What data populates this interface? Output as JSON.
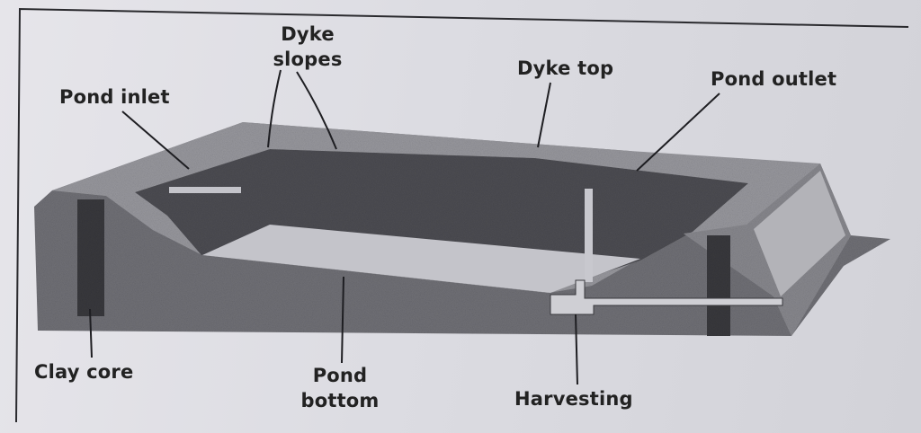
{
  "labels": {
    "dyke_slopes": "Dyke\nslopes",
    "dyke_top": "Dyke top",
    "pond_inlet": "Pond inlet",
    "pond_outlet": "Pond outlet",
    "clay_core": "Clay core",
    "pond_bottom": "Pond\nbottom",
    "harvesting": "Harvesting"
  },
  "colors": {
    "dyke_top": "#9a9aa0",
    "dyke_side": "#727278",
    "pond_interior": "#4e4e54",
    "pond_bottom": "#c4c4ca",
    "clay_core": "#3a3a3e",
    "line": "#1e1e22"
  }
}
